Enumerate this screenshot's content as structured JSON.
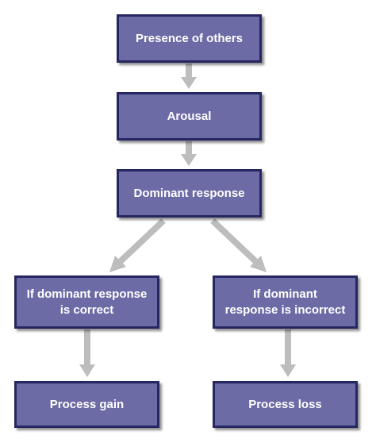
{
  "diagram": {
    "nodes": {
      "presence": {
        "label": "Presence of others"
      },
      "arousal": {
        "label": "Arousal"
      },
      "dominant": {
        "label": "Dominant response"
      },
      "correct": {
        "line1": "If dominant response",
        "line2": "is correct"
      },
      "incorrect": {
        "line1": "If dominant",
        "line2": "response is incorrect"
      },
      "gain": {
        "label": "Process gain"
      },
      "loss": {
        "label": "Process loss"
      }
    },
    "colors": {
      "box_fill": "#6c6ba6",
      "box_border": "#262660",
      "box_text": "#ffffff",
      "arrow": "#bdbdbd"
    },
    "edges": [
      {
        "from": "presence",
        "to": "arousal"
      },
      {
        "from": "arousal",
        "to": "dominant"
      },
      {
        "from": "dominant",
        "to": "correct"
      },
      {
        "from": "dominant",
        "to": "incorrect"
      },
      {
        "from": "correct",
        "to": "gain"
      },
      {
        "from": "incorrect",
        "to": "loss"
      }
    ]
  }
}
